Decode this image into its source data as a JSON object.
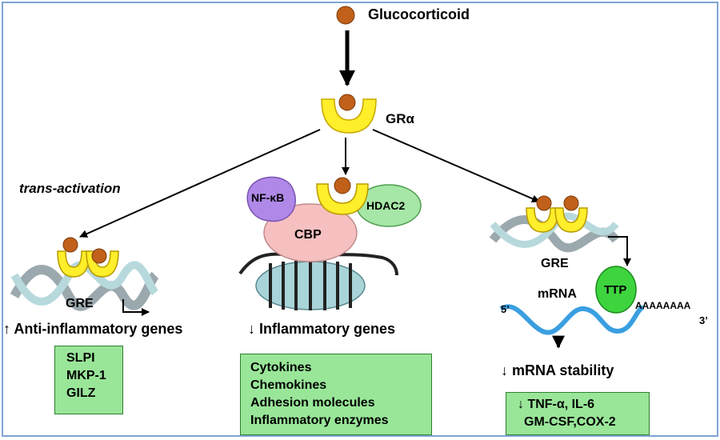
{
  "labels": {
    "ligand": "Glucocorticoid",
    "receptor": "GRα",
    "trans_activation": "trans-activation",
    "nfkb": "NF-κB",
    "cbp": "CBP",
    "hdac2": "HDAC2",
    "gre_left": "GRE",
    "gre_right": "GRE",
    "anti_inflammatory": "↑ Anti-inflammatory genes",
    "inflammatory": "↓ Inflammatory genes",
    "mrna": "mRNA",
    "ttp": "TTP",
    "five_prime": "5’",
    "three_prime": "3’",
    "polya": "AAAAAAAA",
    "mrna_stability": "↓ mRNA stability"
  },
  "boxes": {
    "left": [
      "SLPI",
      "MKP-1",
      "GILZ"
    ],
    "middle": [
      "Cytokines",
      "Chemokines",
      "Adhesion molecules",
      "Inflammatory enzymes"
    ],
    "right": [
      "↓ TNF-α, IL-6",
      "GM-CSF,COX-2"
    ]
  },
  "colors": {
    "ligand": "#c0601a",
    "receptor": "#ffee2a",
    "nfkb": "#b088e8",
    "cbp": "#f6c0c0",
    "hdac2": "#a6e6a6",
    "ttp": "#3ed43e",
    "dna": "#a9d4d8",
    "mrna": "#3a9fe0",
    "box": "#99e699",
    "border": "#7fa4d6"
  }
}
